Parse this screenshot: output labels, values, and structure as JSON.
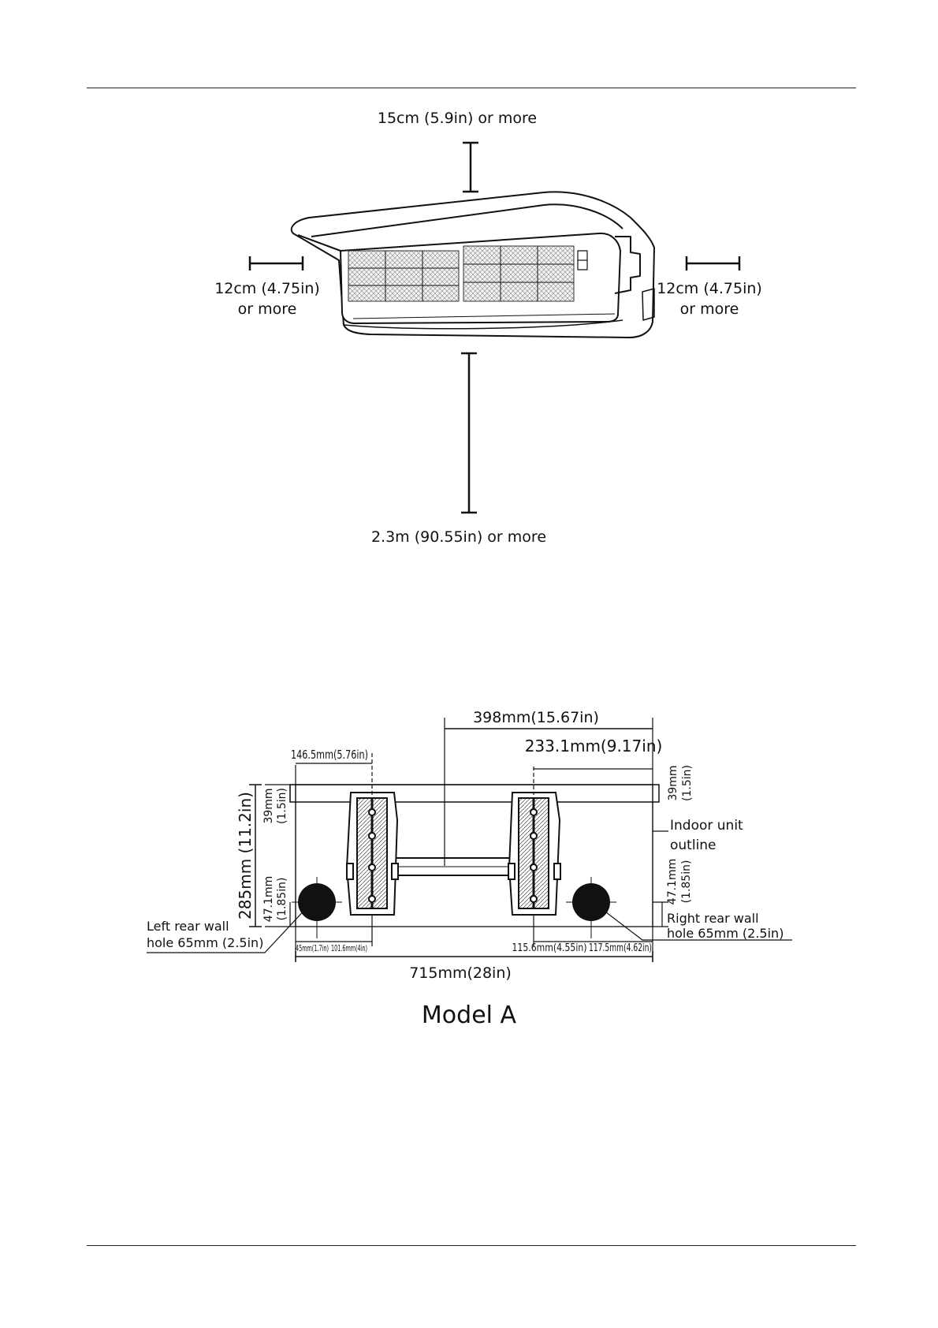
{
  "clearance": {
    "top": "15cm (5.9in) or more",
    "left_1": "12cm (4.75in)",
    "left_2": "or more",
    "right_1": "12cm (4.75in)",
    "right_2": "or more",
    "bottom": "2.3m (90.55in) or more"
  },
  "plate": {
    "dim_398": "398mm(15.67in)",
    "dim_233": "233.1mm(9.17in)",
    "dim_146": "146.5mm(5.76in)",
    "dim_39_left_mm": "39mm",
    "dim_39_left_in": "(1.5in)",
    "dim_39_right_mm": "39mm",
    "dim_39_right_in": "(1.5in)",
    "dim_285": "285mm (11.2in)",
    "dim_47_left_mm": "47.1mm",
    "dim_47_left_in": "(1.85in)",
    "dim_47_right_mm": "47.1mm",
    "dim_47_right_in": "(1.85in)",
    "indoor_1": "Indoor unit",
    "indoor_2": "outline",
    "left_hole_1": "Left rear wall",
    "left_hole_2": "hole 65mm (2.5in)",
    "right_hole_1": "Right rear wall",
    "right_hole_2": "hole 65mm (2.5in)",
    "dim_45": "45mm(1.7in)",
    "dim_101": "101.6mm(4in)",
    "dim_115": "115.6mm(4.55in)",
    "dim_117": "117.5mm(4.62in)",
    "dim_715": "715mm(28in)"
  },
  "caption": "Model A"
}
